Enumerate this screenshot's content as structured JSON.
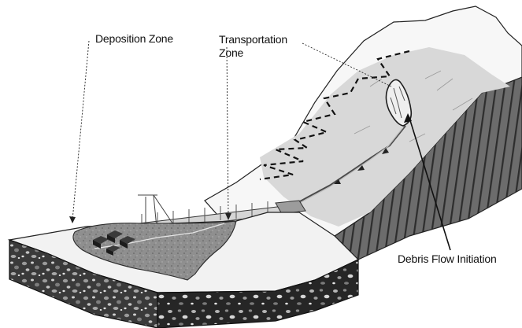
{
  "labels": {
    "deposition_zone": "Deposition Zone",
    "transportation_zone_line1": "Transportation",
    "transportation_zone_line2": "Zone",
    "debris_flow_initiation": "Debris Flow Initiation"
  },
  "colors": {
    "background": "#ffffff",
    "ink": "#111111",
    "slope_shade": "#e6e6e6",
    "initiation_zone_shade": "#d2d2d2",
    "cliff_face": "#6f6f6f",
    "deposit_fan": "#8c8c8c",
    "soil_block": "#2f2f2f"
  }
}
